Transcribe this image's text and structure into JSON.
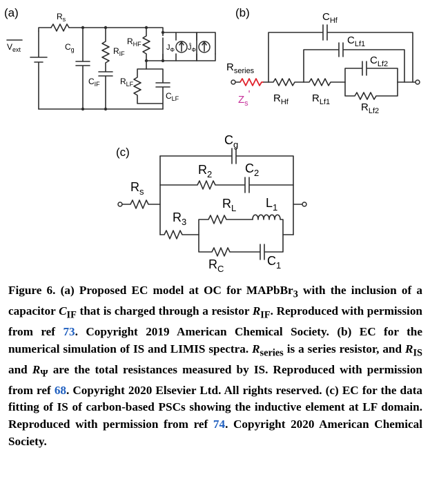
{
  "panel_a": {
    "tag": "(a)",
    "vext": "V",
    "vext_sub": "ext",
    "rs": "R",
    "rs_sub": "s",
    "cg": "C",
    "cg_sub": "g",
    "rif": "R",
    "rif_sub": "IF",
    "cif": "C",
    "cif_sub": "IF",
    "rhf": "R",
    "rhf_sub": "HF",
    "rlf": "R",
    "rlf_sub": "LF",
    "clf": "C",
    "clf_sub": "LF",
    "j1": "J",
    "j1_sub": "Φ",
    "j2": "Ĵ",
    "j2_sub": "Φ"
  },
  "panel_b": {
    "tag": "(b)",
    "chf": "C",
    "chf_sub": "Hf",
    "clf1": "C",
    "clf1_sub": "Lf1",
    "clf2": "C",
    "clf2_sub": "Lf2",
    "rseries": "R",
    "rseries_sub": "series",
    "zs": "Z",
    "zs_sub": "s",
    "zs_prime": "'",
    "rhf": "R",
    "rhf_sub": "Hf",
    "rlf1": "R",
    "rlf1_sub": "Lf1",
    "rlf2": "R",
    "rlf2_sub": "Lf2",
    "zs_color": "#c6309a"
  },
  "panel_c": {
    "tag": "(c)",
    "cg": "C",
    "cg_sub": "g",
    "rs": "R",
    "rs_sub": "s",
    "r2": "R",
    "r2_sub": "2",
    "c2": "C",
    "c2_sub": "2",
    "rl": "R",
    "rl_sub": "L",
    "l1": "L",
    "l1_sub": "1",
    "r3": "R",
    "r3_sub": "3",
    "rc": "R",
    "rc_sub": "C",
    "c1": "C",
    "c1_sub": "1"
  },
  "caption": {
    "fig": "Figure 6.",
    "t1": " (a) Proposed EC model at OC for MAPbBr",
    "t1_sub": "3",
    "t2": " with the inclusion of a capacitor ",
    "cif": "C",
    "cif_sub": "IF",
    "t3": " that is charged through a resistor ",
    "rif": "R",
    "rif_sub": "IF",
    "t4": ". Reproduced with permission from ref ",
    "ref1": "73",
    "t5": ". Copyright 2019 American Chemical Society. (b) EC for the numerical simulation of IS and LIMIS spectra. ",
    "rseries": "R",
    "rseries_sub": "series",
    "t6": " is a series resistor, and ",
    "ris": "R",
    "ris_sub": "IS",
    "t7": " and ",
    "rpsi": "R",
    "rpsi_sub": "Ψ",
    "t8": " are the total resistances measured by IS. Reproduced with permission from ref ",
    "ref2": "68",
    "t9": ". Copyright 2020 Elsevier Ltd. All rights reserved. (c) EC for the data fitting of IS of carbon-based PSCs showing the inductive element at LF domain. Reproduced with permission from ref ",
    "ref3": "74",
    "t10": ". Copyright 2020 American Chemical Society."
  },
  "colors": {
    "series_resistor": "#e0202a",
    "zs_label": "#c6309a",
    "ref_link": "#1f5fbf"
  }
}
